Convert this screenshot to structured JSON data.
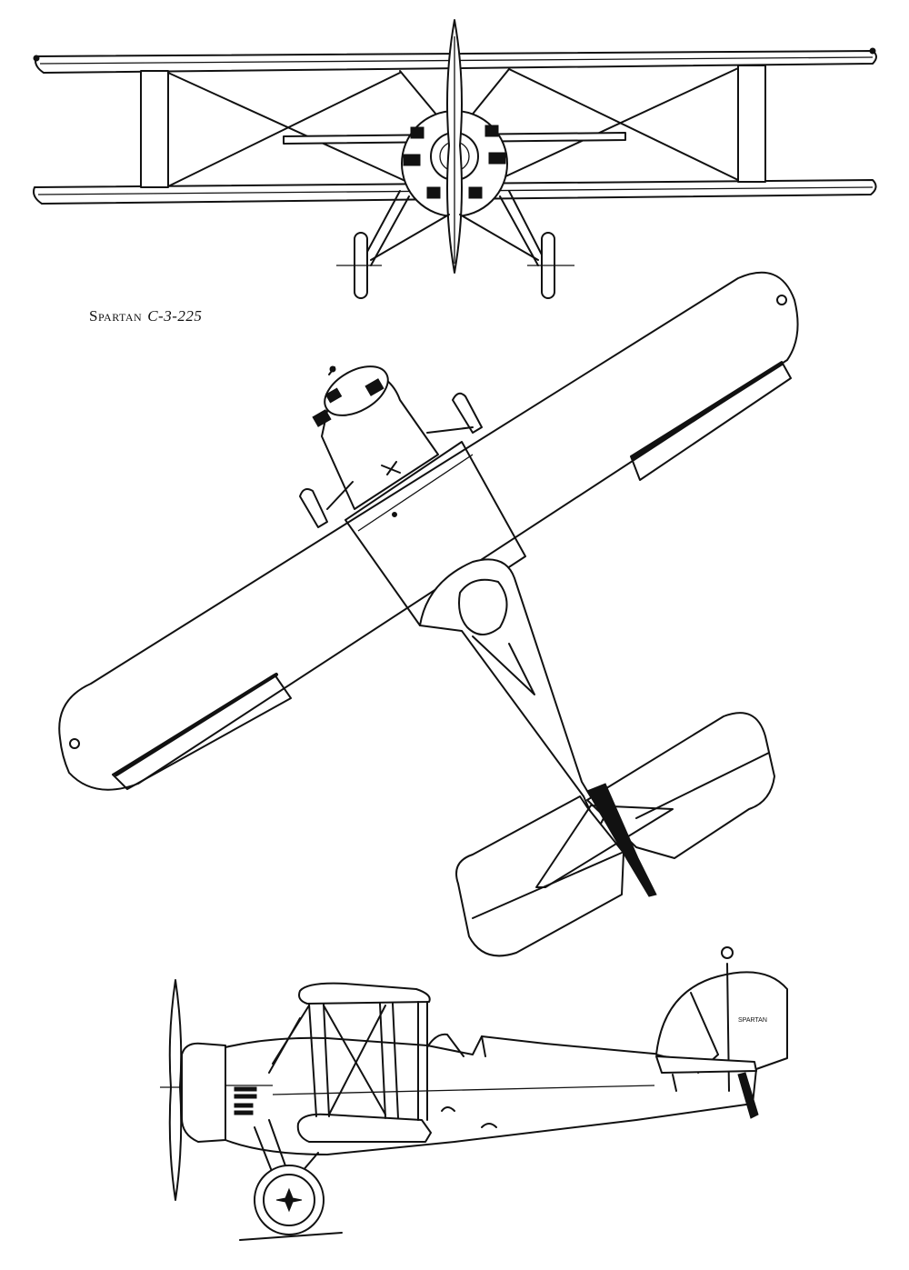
{
  "caption": {
    "maker": "Spartan",
    "model": "C-3-225"
  },
  "fin_marking": "SPARTAN",
  "views": {
    "front": {
      "icon": "biplane-front-view"
    },
    "top": {
      "icon": "biplane-top-view"
    },
    "side": {
      "icon": "biplane-side-view"
    }
  }
}
